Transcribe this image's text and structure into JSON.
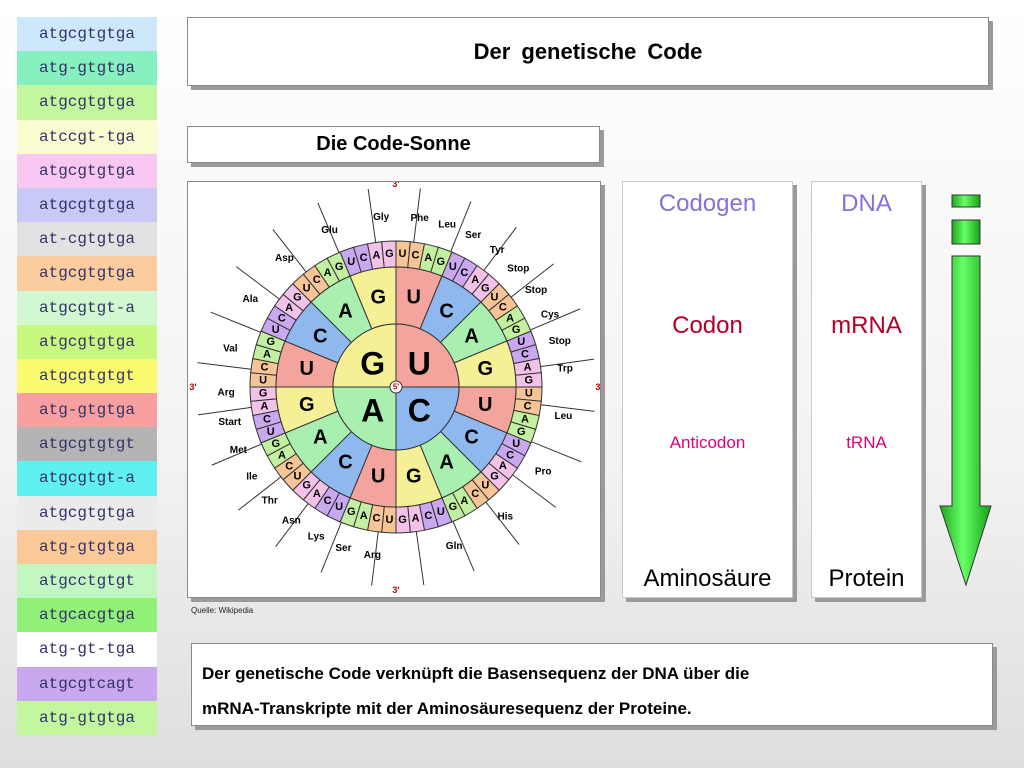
{
  "sequences": [
    {
      "text": "atgcgtgtga",
      "bg": "#cde8fa"
    },
    {
      "text": "atg-gtgtga",
      "bg": "#86f0c0"
    },
    {
      "text": "atgcgtgtga",
      "bg": "#c2f7a0"
    },
    {
      "text": "atccgt-tga",
      "bg": "#fbfbd2"
    },
    {
      "text": "atgcgtgtga",
      "bg": "#f8c8f3"
    },
    {
      "text": "atgcgtgtga",
      "bg": "#c9c9f8"
    },
    {
      "text": "at-cgtgtga",
      "bg": "#e2e2e2"
    },
    {
      "text": "atgcgtgtga",
      "bg": "#fbcc9e"
    },
    {
      "text": "atgcgtgt-a",
      "bg": "#d1f8d1"
    },
    {
      "text": "atgcgtgtga",
      "bg": "#c9f880"
    },
    {
      "text": "atgcgtgtgt",
      "bg": "#fbfb70"
    },
    {
      "text": "atg-gtgtga",
      "bg": "#f8a0a0"
    },
    {
      "text": "atgcgtgtgt",
      "bg": "#b4b4b4"
    },
    {
      "text": "atgcgtgt-a",
      "bg": "#60f0f0"
    },
    {
      "text": "atgcgtgtga",
      "bg": "#ebebeb"
    },
    {
      "text": "atg-gtgtga",
      "bg": "#fbc898"
    },
    {
      "text": "atgcctgtgt",
      "bg": "#c2f7c2"
    },
    {
      "text": "atgcacgtga",
      "bg": "#90f078"
    },
    {
      "text": "atg-gt-tga",
      "bg": "#ffffff"
    },
    {
      "text": "atgcgtcagt",
      "bg": "#c9a8f0"
    },
    {
      "text": "atg-gtgtga",
      "bg": "#c2f7a0"
    }
  ],
  "title": "Der  genetische  Code",
  "subtitle": "Die Code-Sonne",
  "source": "Quelle: Wikipedia",
  "code_sun": {
    "center_label": "5'",
    "end_label": "3'",
    "inner": [
      "G",
      "U",
      "A",
      "C"
    ],
    "aa_top_left": [
      "Gly",
      "Glu",
      "Asp",
      "Ala",
      "Val"
    ],
    "aa_top_right": [
      "Phe",
      "Leu",
      "Ser",
      "Tyr",
      "Stop",
      "Stop",
      "Cys",
      "Stop",
      "Trp"
    ],
    "aa_bottom_right": [
      "Leu",
      "Pro",
      "His",
      "Gln"
    ],
    "aa_bottom_left": [
      "Arg",
      "Ser",
      "Lys",
      "Asn",
      "Thr",
      "Ile",
      "Met",
      "Start",
      "Arg"
    ]
  },
  "column_codogen": {
    "codogen": "Codogen",
    "codon": "Codon",
    "anticodon": "Anticodon",
    "aminosaeure": "Aminosäure"
  },
  "column_dna": {
    "dna": "DNA",
    "mrna": "mRNA",
    "trna": "tRNA",
    "protein": "Protein"
  },
  "colors": {
    "purple": "#8a6fd6",
    "dark_red": "#b0002a",
    "magenta": "#e0007a",
    "green": "#33cc33"
  },
  "bottom_text": {
    "line1": "Der genetische Code verknüpft die Basensequenz der DNA über die",
    "line2": "mRNA-Transkripte mit der Aminosäuresequenz der Proteine."
  }
}
